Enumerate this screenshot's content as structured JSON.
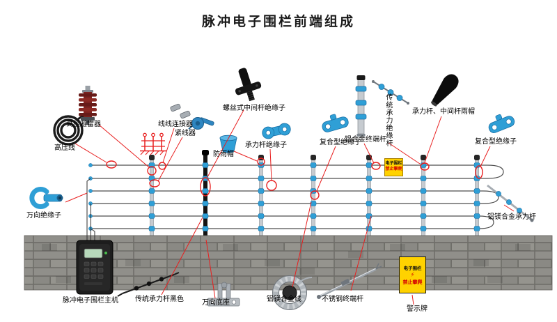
{
  "title": "脉冲电子围栏前端组成",
  "colors": {
    "accent_red": "#e81e1e",
    "insulator_blue": "#2f9fd6",
    "insulator_blue_dark": "#1a6fa5",
    "warning_yellow": "#ffd200",
    "wall_gray": "#8f8e89",
    "post_silver": "#c6cbd0",
    "wire_gray": "#4d4d4d"
  },
  "labels": {
    "high_voltage_arrester": "高压避雷器",
    "wire_connector": "线线连接器",
    "wire_tensioner": "紧线器",
    "screw_mid_post_insulator": "螺丝式中间杆绝缘子",
    "high_voltage_wire": "高压线",
    "rain_cap": "防雨帽",
    "load_post_insulator": "承力杆绝缘子",
    "composite_insulator_left": "复合型绝缘子",
    "aluminum_terminal_post": "铝合金终端杆",
    "traditional_load_insulation_rod": "传统承力绝缘杆",
    "load_mid_post_rain_cap": "承力杆、中间杆雨帽",
    "composite_insulator_right": "复合型绝缘子",
    "universal_insulator": "万向绝缘子",
    "al_mg_alloy_load_rod": "铝镁合金承力杆",
    "fence_controller": "脉冲电子围栏主机",
    "traditional_load_post_black": "传统承力杆黑色",
    "universal_base": "万向底座",
    "al_mg_alloy_wire": "铝镁合金线",
    "stainless_terminal_post": "不锈钢终端杆",
    "warning_sign": "警示牌"
  },
  "warning_board": {
    "line1": "电子围栏",
    "line2": "禁止攀爬"
  },
  "small_board": {
    "line1": "电子围栏",
    "line2": "禁止攀爬"
  }
}
